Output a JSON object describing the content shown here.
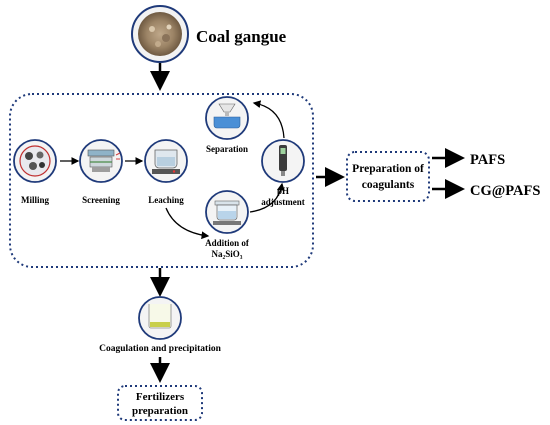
{
  "source": {
    "label": "Coal gangue"
  },
  "process_steps": [
    {
      "id": "milling",
      "label": "Milling",
      "icon": "ball-mill-icon"
    },
    {
      "id": "screening",
      "label": "Screening",
      "icon": "sieve-icon"
    },
    {
      "id": "leaching",
      "label": "Leaching",
      "icon": "reactor-icon"
    },
    {
      "id": "addition",
      "label": "Addition of",
      "label_formula": "Na₂SiO₃",
      "icon": "beaker-stirrer-icon"
    },
    {
      "id": "ph",
      "label": "pH",
      "label_line2": "adjustment",
      "icon": "ph-meter-icon"
    },
    {
      "id": "separation",
      "label": "Separation",
      "icon": "filtration-icon"
    }
  ],
  "coagulants_box": {
    "line1": "Preparation of",
    "line2": "coagulants"
  },
  "products": [
    "PAFS",
    "CG@PAFS"
  ],
  "coagulation": {
    "label": "Coagulation and precipitation",
    "icon": "sediment-beaker-icon"
  },
  "fertilizers_box": {
    "line1": "Fertilizers",
    "line2": "preparation"
  },
  "colors": {
    "dotted_border": "#1f3a7a",
    "icon_ring": "#1f3a7a",
    "arrow": "#000000"
  }
}
